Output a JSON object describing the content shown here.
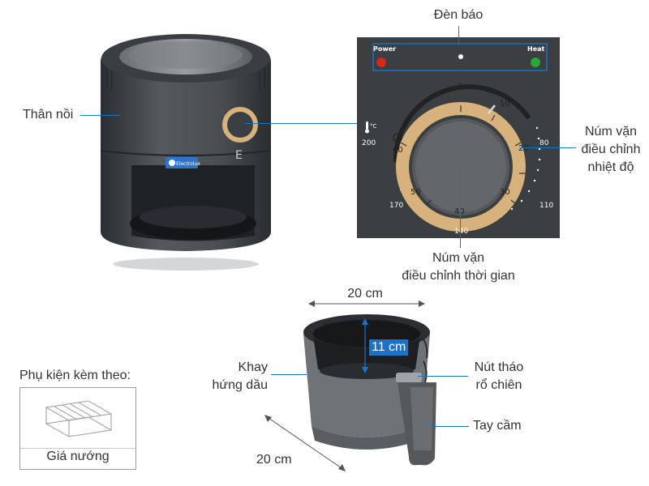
{
  "labels": {
    "indicator_light": "Đèn báo",
    "body": "Thân nồi",
    "temp_knob": [
      "Núm vặn",
      "điều chỉnh",
      "nhiệt độ"
    ],
    "timer_knob": [
      "Núm vặn",
      "điều chỉnh thời gian"
    ],
    "width_dim": "20 cm",
    "height_dim": "11 cm",
    "depth_dim": "20 cm",
    "oil_tray": [
      "Khay",
      "hứng dầu"
    ],
    "basket_release": [
      "Nút tháo",
      "rổ chiên"
    ],
    "handle": "Tay cầm",
    "accessories_title": "Phụ kiện kèm theo:",
    "accessory_item": "Giá nướng"
  },
  "panel": {
    "power": "Power",
    "heat": "Heat",
    "timer_ticks": [
      "0",
      "10",
      "20",
      "30",
      "40",
      "50",
      "60"
    ],
    "temp_ticks": [
      "200",
      "80",
      "110",
      "140",
      "170"
    ],
    "temp_unit": "°C"
  },
  "fryer_branding": "Electrolux",
  "colors": {
    "accent_blue": "#1a73c8",
    "panel_bg": "#3b3f42",
    "dial_gold": "#d8b27c",
    "power_led": "#d42a1c",
    "heat_led": "#27a53c"
  }
}
